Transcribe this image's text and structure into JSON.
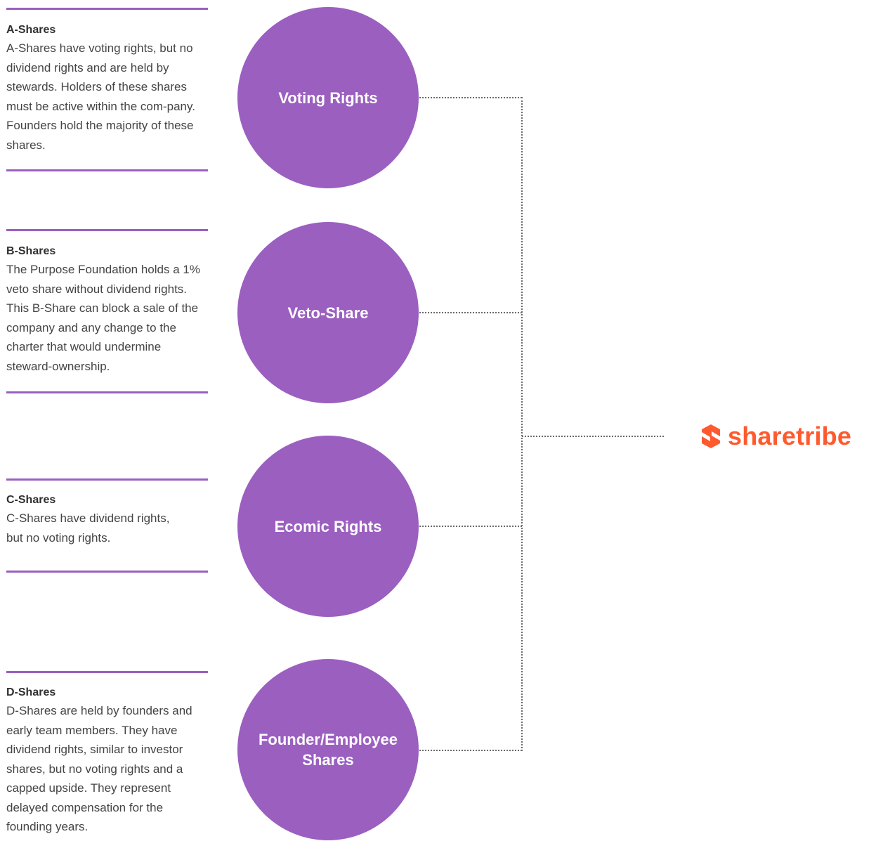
{
  "share_classes": [
    {
      "title": "A-Shares",
      "description": "A-Shares have voting rights, but no dividend rights and are held by stewards. Holders of these shares must be active within the com-pany. Founders hold the majority of these shares."
    },
    {
      "title": "B-Shares",
      "description": "The Purpose Foundation holds a 1% veto share without dividend rights. This B-Share can block a sale of the company and any change to the charter that would undermine steward-ownership."
    },
    {
      "title": "C-Shares",
      "description": "C-Shares have dividend rights, but no voting rights."
    },
    {
      "title": "D-Shares",
      "description": "D-Shares are held by founders and early team members. They have dividend rights, similar to investor shares, but no voting rights and a capped upside. They represent delayed compensation for the founding years."
    }
  ],
  "circles": [
    {
      "label": "Voting Rights"
    },
    {
      "label": "Veto-Share"
    },
    {
      "label": "Ecomic Rights"
    },
    {
      "label": "Founder/Employee Shares"
    }
  ],
  "logo": {
    "text": "sharetribe",
    "icon": "sharetribe-logo-icon"
  },
  "colors": {
    "accent": "#9b5fc0",
    "logo": "#ff5a2e",
    "connector": "#6b6b6b"
  }
}
